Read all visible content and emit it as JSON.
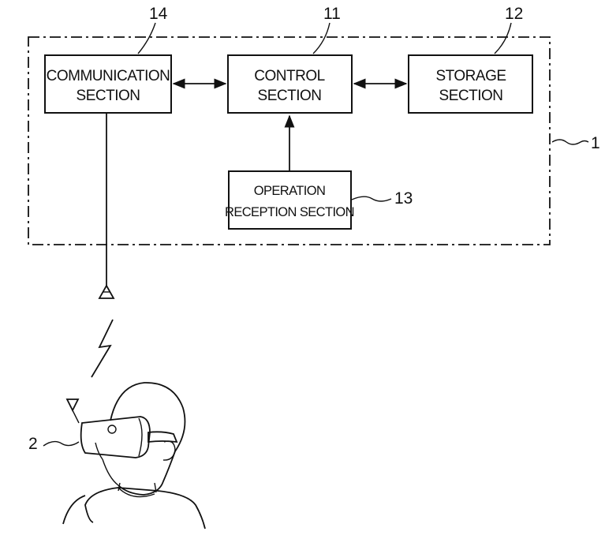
{
  "diagram": {
    "blocks": {
      "communication": {
        "line1": "COMMUNICATION",
        "line2": "SECTION",
        "ref": "14"
      },
      "control": {
        "line1": "CONTROL",
        "line2": "SECTION",
        "ref": "11"
      },
      "storage": {
        "line1": "STORAGE",
        "line2": "SECTION",
        "ref": "12"
      },
      "operation": {
        "line1": "OPERATION",
        "line2": "RECEPTION SECTION",
        "ref": "13"
      }
    },
    "device_ref": "1",
    "headset_ref": "2"
  }
}
